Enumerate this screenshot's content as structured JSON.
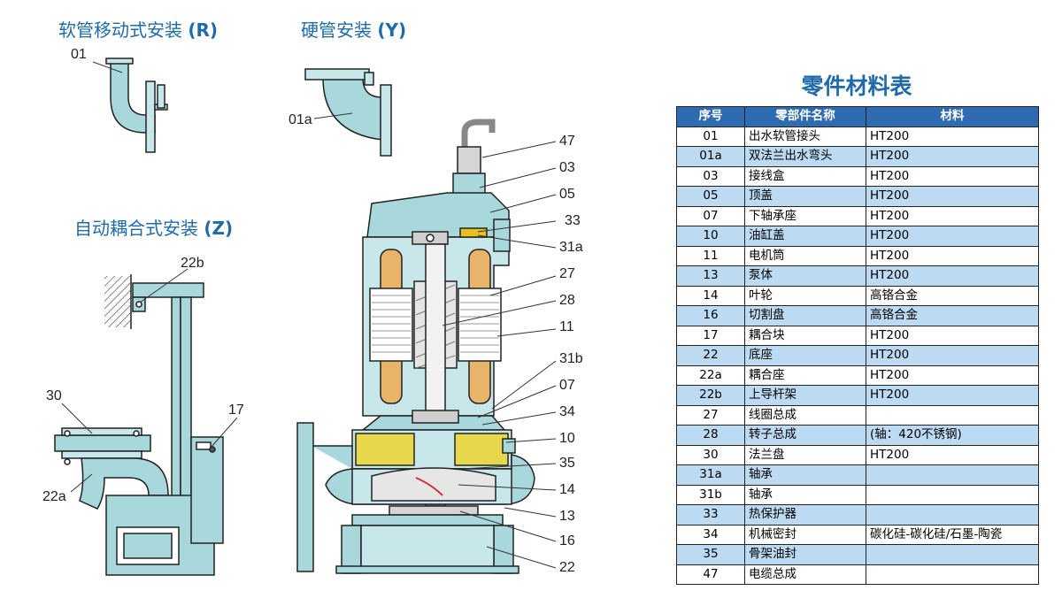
{
  "headings": {
    "r": {
      "text": "软管移动式安装",
      "code": "(R)"
    },
    "y": {
      "text": "硬管安装",
      "code": "(Y)"
    },
    "z": {
      "text": "自动耦合式安装",
      "code": "(Z)"
    }
  },
  "callouts": {
    "c01": "01",
    "c01a": "01a",
    "c22b": "22b",
    "c30": "30",
    "c17": "17",
    "c22a": "22a",
    "c47": "47",
    "c03": "03",
    "c05": "05",
    "c33": "33",
    "c31a": "31a",
    "c27": "27",
    "c28": "28",
    "c11": "11",
    "c31b": "31b",
    "c07": "07",
    "c34": "34",
    "c10": "10",
    "c35": "35",
    "c14": "14",
    "c13": "13",
    "c16": "16",
    "c22": "22"
  },
  "table": {
    "title": "零件材料表",
    "headers": [
      "序号",
      "零部件名称",
      "材料"
    ],
    "rows": [
      [
        "01",
        "出水软管接头",
        "HT200"
      ],
      [
        "01a",
        "双法兰出水弯头",
        "HT200"
      ],
      [
        "03",
        "接线盒",
        "HT200"
      ],
      [
        "05",
        "顶盖",
        "HT200"
      ],
      [
        "07",
        "下轴承座",
        "HT200"
      ],
      [
        "10",
        "油缸盖",
        "HT200"
      ],
      [
        "11",
        "电机筒",
        "HT200"
      ],
      [
        "13",
        "泵体",
        "HT200"
      ],
      [
        "14",
        "叶轮",
        "高铬合金"
      ],
      [
        "16",
        "切割盘",
        "高铬合金"
      ],
      [
        "17",
        "耦合块",
        "HT200"
      ],
      [
        "22",
        "底座",
        "HT200"
      ],
      [
        "22a",
        "耦合座",
        "HT200"
      ],
      [
        "22b",
        "上导杆架",
        "HT200"
      ],
      [
        "27",
        "线圈总成",
        ""
      ],
      [
        "28",
        "转子总成",
        "(轴：420不锈钢)"
      ],
      [
        "30",
        "法兰盘",
        "HT200"
      ],
      [
        "31a",
        "轴承",
        ""
      ],
      [
        "31b",
        "轴承",
        ""
      ],
      [
        "33",
        "热保护器",
        ""
      ],
      [
        "34",
        "机械密封",
        "碳化硅-碳化硅/石墨-陶瓷"
      ],
      [
        "35",
        "骨架油封",
        ""
      ],
      [
        "47",
        "电缆总成",
        ""
      ]
    ]
  },
  "colors": {
    "accent": "#1f6aa8",
    "header_bg": "#2e6bb0",
    "alt_row": "#bcdaf2",
    "part_fill": "#a8d8dc",
    "stator": "#e8b46a",
    "oil": "#e6d84a"
  }
}
